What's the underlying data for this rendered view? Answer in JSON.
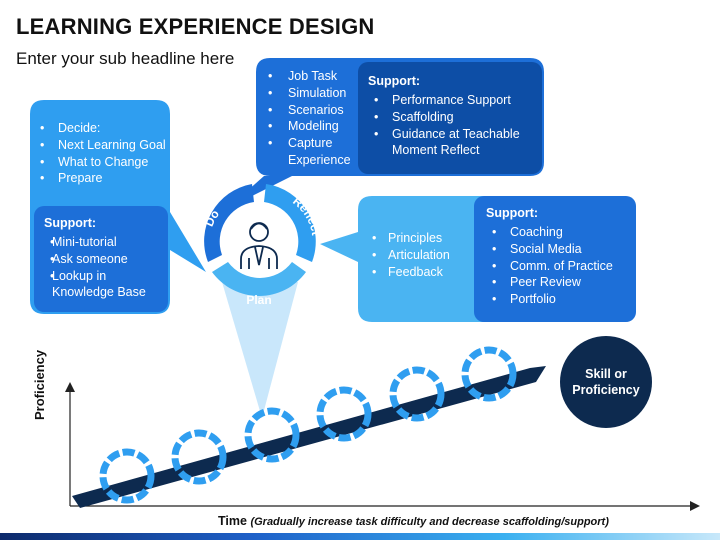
{
  "title": "LEARNING EXPERIENCE DESIGN",
  "subtitle": "Enter your sub headline here",
  "left_box": {
    "items": [
      "Decide:",
      "Next Learning Goal",
      "What to Change",
      "Prepare"
    ],
    "support_head": "Support:",
    "support_items": [
      "Mini-tutorial",
      "Ask someone",
      "Lookup in Knowledge Base"
    ]
  },
  "top_box": {
    "items": [
      "Job Task",
      "Simulation",
      "Scenarios",
      "Modeling",
      "Capture Experience"
    ],
    "support_head": "Support:",
    "support_items": [
      "Performance Support",
      "Scaffolding",
      "Guidance at Teachable Moment Reflect"
    ]
  },
  "right_box": {
    "items": [
      "Principles",
      "Articulation",
      "Feedback"
    ],
    "support_head": "Support:",
    "support_items": [
      "Coaching",
      "Social Media",
      "Comm. of Practice",
      "Peer Review",
      "Portfolio"
    ]
  },
  "cycle": {
    "do": "Do",
    "reflect": "Reflect",
    "plan": "Plan",
    "center_icon": "person-icon"
  },
  "skill": "Skill or Proficiency",
  "ylabel": "Proficiency",
  "xlabel_bold": "Time",
  "xlabel_note": "(Gradually increase task difficulty and decrease scaffolding/support)",
  "colors": {
    "navy": "#0d2a4f",
    "dark_blue": "#0d4ea6",
    "mid_blue": "#1d6fd8",
    "light_blue": "#2f9ef0",
    "sky": "#4ab4f2"
  }
}
